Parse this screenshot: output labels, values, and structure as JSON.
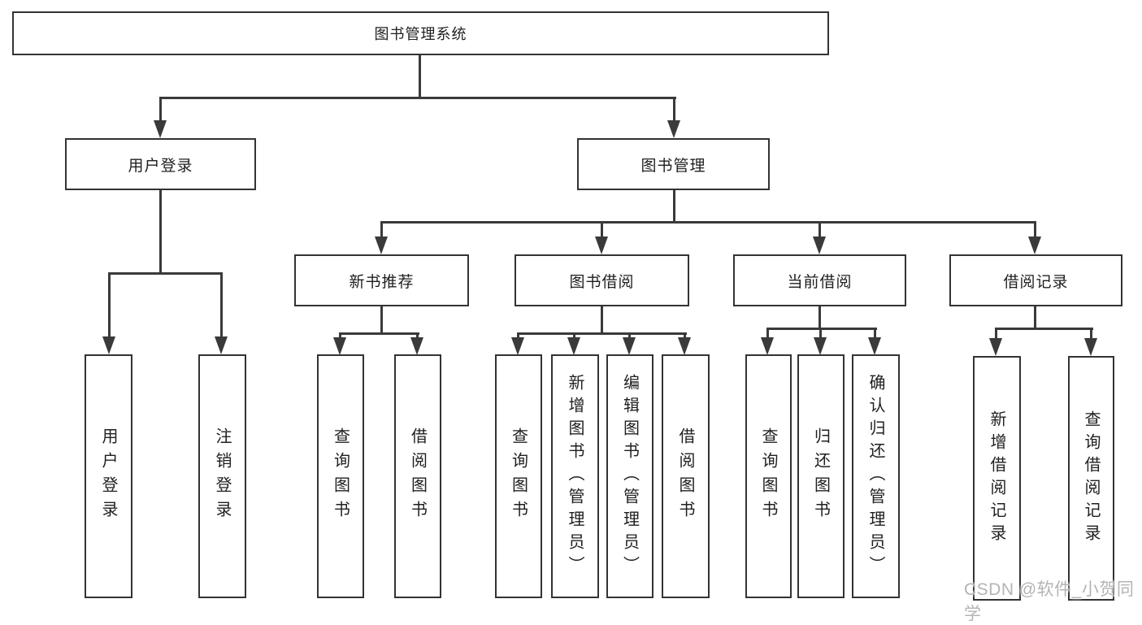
{
  "tree": {
    "root": {
      "label": "图书管理系统"
    },
    "children": [
      {
        "label": "用户登录",
        "children": [
          {
            "label": "用户登录"
          },
          {
            "label": "注销登录"
          }
        ]
      },
      {
        "label": "图书管理",
        "children": [
          {
            "label": "新书推荐",
            "children": [
              {
                "label": "查询图书"
              },
              {
                "label": "借阅图书"
              }
            ]
          },
          {
            "label": "图书借阅",
            "children": [
              {
                "label": "查询图书"
              },
              {
                "label": "新增图书（管理员）"
              },
              {
                "label": "编辑图书（管理员）"
              },
              {
                "label": "借阅图书"
              }
            ]
          },
          {
            "label": "当前借阅",
            "children": [
              {
                "label": "查询图书"
              },
              {
                "label": "归还图书"
              },
              {
                "label": "确认归还（管理员）"
              }
            ]
          },
          {
            "label": "借阅记录",
            "children": [
              {
                "label": "新增借阅记录"
              },
              {
                "label": "查询借阅记录"
              }
            ]
          }
        ]
      }
    ]
  },
  "watermark": {
    "text": "CSDN @软件_小贺同学"
  },
  "colors": {
    "line": "#3a3a3a",
    "box_border": "#333333",
    "text": "#1f1f1f",
    "watermark": "#b4b4b4",
    "background": "#ffffff"
  }
}
